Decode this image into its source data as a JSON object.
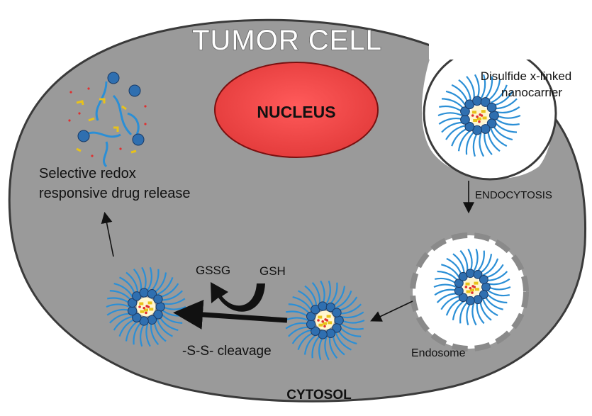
{
  "title": "TUMOR CELL",
  "nucleus_label": "NUCLEUS",
  "cytosol_label": "CYTOSOL",
  "nanocarrier_label_line1": "Disulfide x-linked",
  "nanocarrier_label_line2": "nanocarrier",
  "endocytosis_label": "ENDOCYTOSIS",
  "endosome_label": "Endosome",
  "gssg_label": "GSSG",
  "gsh_label": "GSH",
  "cleavage_label": "-S-S- cleavage",
  "release_label_line1": "Selective redox",
  "release_label_line2": "responsive drug release",
  "colors": {
    "cell_fill": "#9a9a9a",
    "cell_stroke": "#3a3a3a",
    "nucleus": "#f24848",
    "polymer_chain": "#2b8fd6",
    "core_bead": "#2f6fb0",
    "drug": "#e8c21a",
    "crosslink": "#e03030"
  }
}
